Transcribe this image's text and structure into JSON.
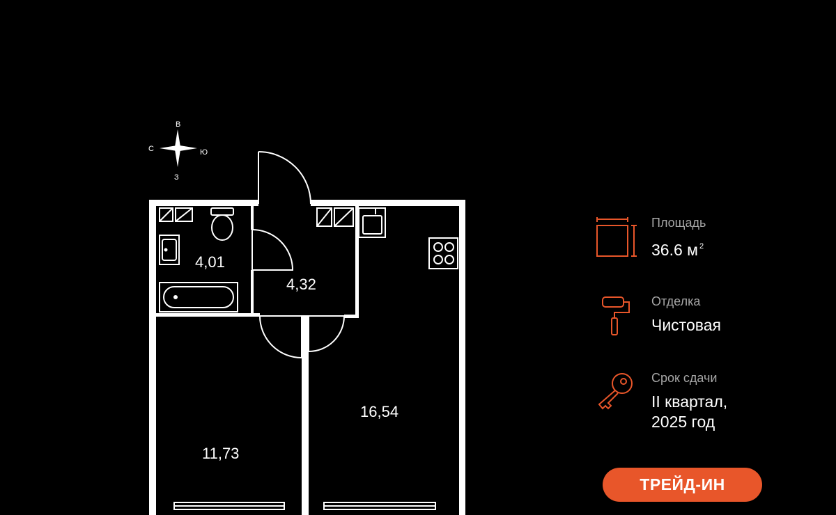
{
  "compass": {
    "north": "В",
    "west": "С",
    "east": "Ю",
    "south": "З"
  },
  "rooms": {
    "bathroom": "4,01",
    "hallway": "4,32",
    "bedroom": "11,73",
    "kitchen_living": "16,54"
  },
  "info": {
    "area": {
      "label": "Площадь",
      "value": "36.6 м",
      "unit_sup": "2",
      "icon": "floor-area-icon"
    },
    "finish": {
      "label": "Отделка",
      "value": "Чистовая",
      "icon": "paint-roller-icon"
    },
    "delivery": {
      "label": "Срок сдачи",
      "value_line1": "II квартал,",
      "value_line2": "2025 год",
      "icon": "key-icon"
    }
  },
  "trade_in_button": "ТРЕЙД-ИН",
  "colors": {
    "background": "#000000",
    "accent": "#e8562a",
    "muted_text": "#a6a6a6",
    "walls": "#ffffff"
  }
}
